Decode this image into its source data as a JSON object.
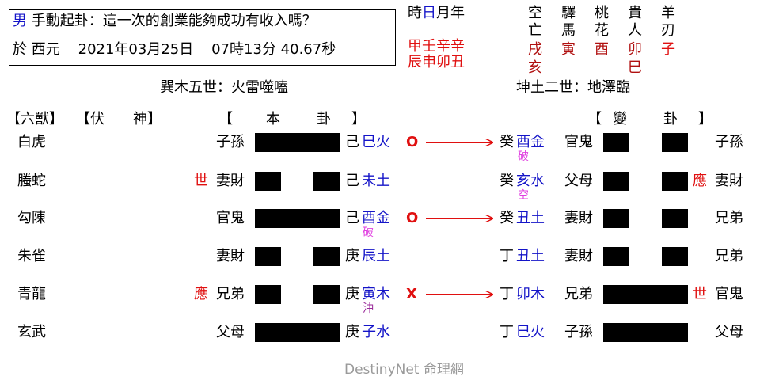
{
  "header": {
    "gender": "男",
    "question": "手動起卦：這一次的創業能夠成功有收入嗎？",
    "date_prefix": "於 西元",
    "date": "2021年03月25日",
    "time": "07時13分 40.67秒"
  },
  "time_labels": {
    "shi": "時",
    "ri": "日",
    "yue": "月年"
  },
  "ganzhi": {
    "stems": "甲壬辛辛",
    "branches": "辰申卯丑"
  },
  "spirits": {
    "names": [
      "空",
      "驛",
      "桃",
      "貴",
      "羊"
    ],
    "names2": [
      "亡",
      "馬",
      "花",
      "人",
      "刃"
    ],
    "branches1": [
      "戌",
      "寅",
      "酉",
      "卯",
      "子"
    ],
    "branches2": [
      "亥",
      "巳"
    ]
  },
  "hexagram_names": {
    "main": "巽木五世：火雷噬嗑",
    "changed": "坤土二世：地澤臨"
  },
  "column_headers": {
    "liushou": "【六獸】",
    "fushen": "【伏　　神】",
    "ben_open": "【",
    "ben1": "本",
    "ben2": "卦",
    "ben_close": "】",
    "bian_open": "【",
    "bian1": "變",
    "bian2": "卦",
    "bian_close": "】"
  },
  "lines": [
    {
      "beast": "白虎",
      "marker": "",
      "relation": "子孫",
      "stem": "己",
      "branch": "巳火",
      "note": "",
      "symbol": "O",
      "c_stem": "癸",
      "c_branch": "酉金",
      "c_note": "破",
      "c_relation": "官鬼",
      "c_marker": "",
      "c_relation2": "子孫"
    },
    {
      "beast": "螣蛇",
      "marker": "世",
      "relation": "妻財",
      "stem": "己",
      "branch": "未土",
      "note": "",
      "symbol": "",
      "c_stem": "癸",
      "c_branch": "亥水",
      "c_note": "空",
      "c_relation": "父母",
      "c_marker": "應",
      "c_relation2": "妻財"
    },
    {
      "beast": "勾陳",
      "marker": "",
      "relation": "官鬼",
      "stem": "己",
      "branch": "酉金",
      "note": "破",
      "symbol": "O",
      "c_stem": "癸",
      "c_branch": "丑土",
      "c_note": "",
      "c_relation": "妻財",
      "c_marker": "",
      "c_relation2": "兄弟"
    },
    {
      "beast": "朱雀",
      "marker": "",
      "relation": "妻財",
      "stem": "庚",
      "branch": "辰土",
      "note": "",
      "symbol": "",
      "c_stem": "丁",
      "c_branch": "丑土",
      "c_note": "",
      "c_relation": "妻財",
      "c_marker": "",
      "c_relation2": "兄弟"
    },
    {
      "beast": "青龍",
      "marker": "應",
      "relation": "兄弟",
      "stem": "庚",
      "branch": "寅木",
      "note": "沖",
      "symbol": "X",
      "c_stem": "丁",
      "c_branch": "卯木",
      "c_note": "",
      "c_relation": "兄弟",
      "c_marker": "世",
      "c_relation2": "官鬼"
    },
    {
      "beast": "玄武",
      "marker": "",
      "relation": "父母",
      "stem": "庚",
      "branch": "子水",
      "note": "",
      "symbol": "",
      "c_stem": "丁",
      "c_branch": "巳火",
      "c_note": "",
      "c_relation": "子孫",
      "c_marker": "",
      "c_relation2": "父母"
    }
  ],
  "watermark": "DestinyNet 命理網",
  "colors": {
    "blue": "#1414c8",
    "red": "#e01010",
    "dark_red": "#b01010",
    "pink": "#e040e0",
    "purple": "#9a2a9a"
  }
}
